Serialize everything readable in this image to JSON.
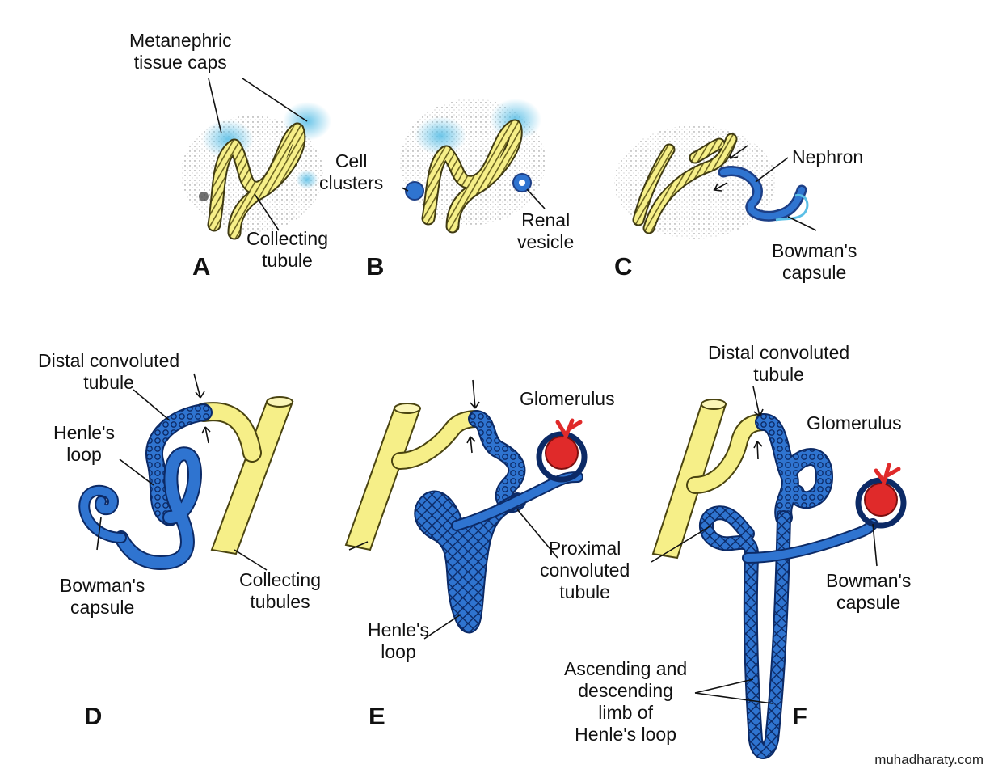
{
  "colors": {
    "yellow": "#f6ef88",
    "blue": "#2f74d0",
    "dark_blue": "#1d3f86",
    "red": "#e02a2a",
    "cyan": "#5bbfe6",
    "line": "#111111"
  },
  "panels": [
    "A",
    "B",
    "C",
    "D",
    "E",
    "F"
  ],
  "labels": {
    "metanephric": [
      "Metanephric",
      "tissue caps"
    ],
    "collecting_tubule": [
      "Collecting",
      "tubule"
    ],
    "cell_clusters": [
      "Cell",
      "clusters"
    ],
    "renal_vesicle": [
      "Renal",
      "vesicle"
    ],
    "nephron": "Nephron",
    "bowmans_c": [
      "Bowman's",
      "capsule"
    ],
    "distal_d": [
      "Distal convoluted",
      "tubule"
    ],
    "henles_d": [
      "Henle's",
      "loop"
    ],
    "bowmans_d": [
      "Bowman's",
      "capsule"
    ],
    "collecting_tubules": [
      "Collecting",
      "tubules"
    ],
    "glomerulus_e": "Glomerulus",
    "proximal": [
      "Proximal",
      "convoluted",
      "tubule"
    ],
    "henles_e": [
      "Henle's",
      "loop"
    ],
    "distal_f": [
      "Distal convoluted",
      "tubule"
    ],
    "glomerulus_f": "Glomerulus",
    "bowmans_f": [
      "Bowman's",
      "capsule"
    ],
    "ascending": [
      "Ascending and",
      "descending",
      "limb of",
      "Henle's loop"
    ]
  },
  "watermark": "muhadharaty.com"
}
